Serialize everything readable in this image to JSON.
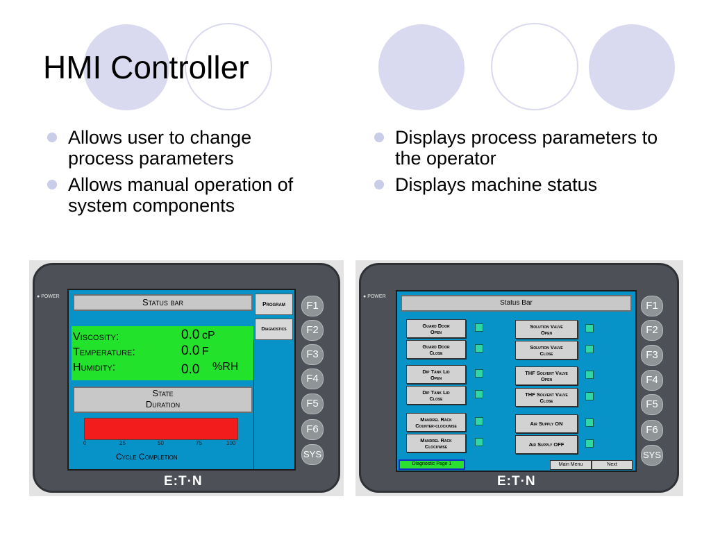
{
  "slide": {
    "title": "HMI Controller",
    "left_bullets": [
      "Allows user to change process parameters",
      "Allows manual operation of system components"
    ],
    "right_bullets": [
      "Displays process parameters to the operator",
      "Displays machine status"
    ]
  },
  "device": {
    "power_label": "POWER",
    "fkeys": [
      "F1",
      "F2",
      "F3",
      "F4",
      "F5",
      "F6",
      "SYS"
    ],
    "logo": "E:T·N"
  },
  "left_screen": {
    "status_bar": "Status bar",
    "program_button": "Program",
    "diagnostics_button": "Diagnostics",
    "params": [
      {
        "label": "Viscosity:",
        "value": "0.0",
        "unit": "cP"
      },
      {
        "label": "Temperature:",
        "value": "0.0",
        "unit": "F"
      },
      {
        "label": "Humidity:",
        "value": "0.0",
        "unit": "%RH"
      }
    ],
    "state_label": "State",
    "duration_label": "Duration",
    "ticks": [
      "0",
      "25",
      "50",
      "75",
      "100"
    ],
    "cycle_label": "Cycle Completion",
    "cycle_completion_percent": 100,
    "colors": {
      "screen": "#0893c8",
      "panel": "#23e22c",
      "bar": "#f21c1c"
    }
  },
  "right_screen": {
    "status_bar": "Status Bar",
    "left_controls": [
      {
        "line1": "Guard Door",
        "line2": "Open"
      },
      {
        "line1": "Guard Door",
        "line2": "Close"
      },
      {
        "line1": "Dip Tank Lid",
        "line2": "Open"
      },
      {
        "line1": "Dip Tank Lid",
        "line2": "Close"
      },
      {
        "line1": "Mandrel Rack",
        "line2": "Counter-clockwise"
      },
      {
        "line1": "Mandrel Rack",
        "line2": "Clockwise"
      }
    ],
    "right_controls": [
      {
        "line1": "Solution Valve",
        "line2": "Open"
      },
      {
        "line1": "Solution Valve",
        "line2": "Close"
      },
      {
        "line1": "THF Solvent Valve",
        "line2": "Open"
      },
      {
        "line1": "THF Solvent Valve",
        "line2": "Close"
      },
      {
        "line1": "Air Supply ON",
        "line2": ""
      },
      {
        "line1": "Air Supply OFF",
        "line2": ""
      }
    ],
    "diagnostic_page": "Diagnostic Page 1",
    "main_menu": "Main Menu",
    "next": "Next"
  }
}
